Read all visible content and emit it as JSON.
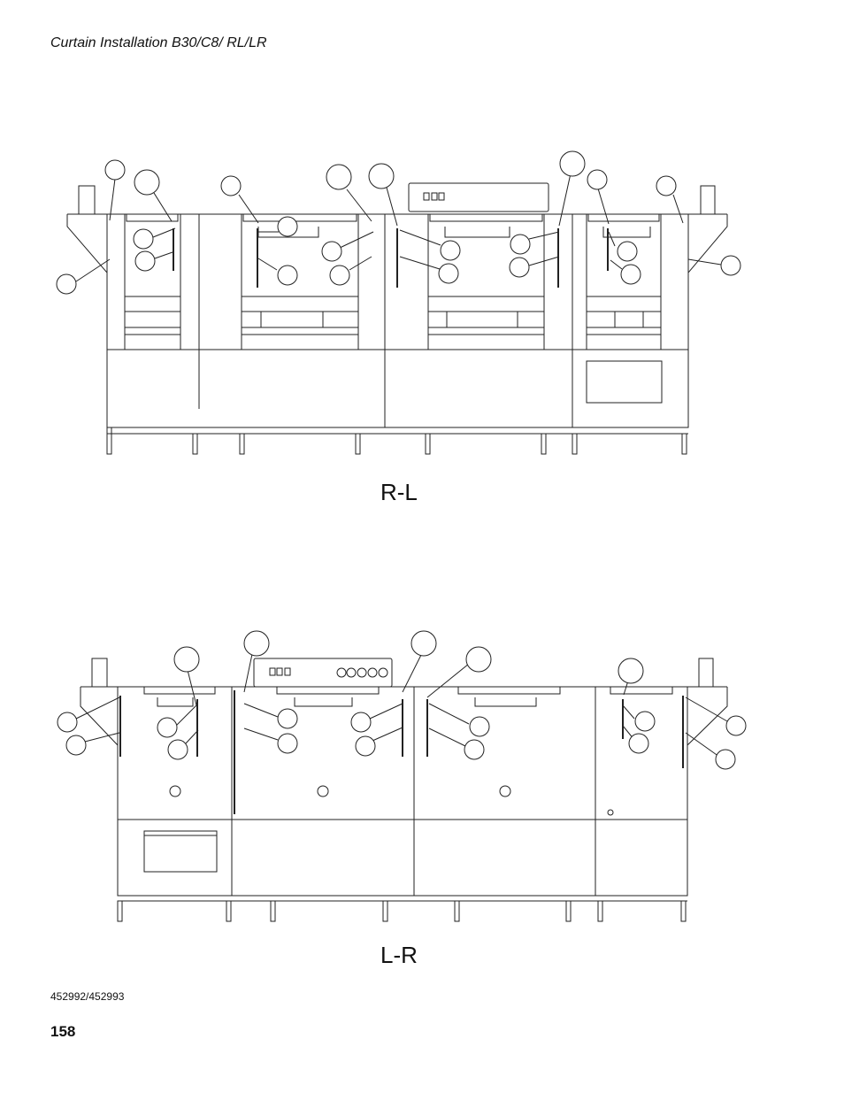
{
  "header": {
    "title": "Curtain Installation B30/C8/ RL/LR"
  },
  "diagrams": [
    {
      "caption": "R-L"
    },
    {
      "caption": "L-R"
    }
  ],
  "footer": {
    "code": "452992/452993",
    "page_number": "158"
  }
}
